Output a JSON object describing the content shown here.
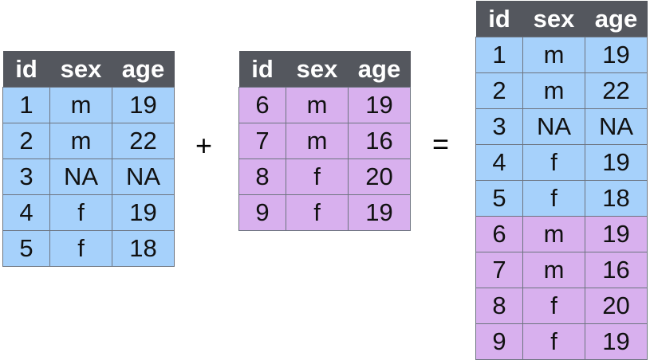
{
  "columns": [
    "id",
    "sex",
    "age"
  ],
  "colors": {
    "header": "#54575e",
    "table_a": "#a6d1fb",
    "table_b": "#d8b0ee"
  },
  "operators": {
    "plus": "+",
    "equals": "="
  },
  "table_a": {
    "rows": [
      [
        "1",
        "m",
        "19"
      ],
      [
        "2",
        "m",
        "22"
      ],
      [
        "3",
        "NA",
        "NA"
      ],
      [
        "4",
        "f",
        "19"
      ],
      [
        "5",
        "f",
        "18"
      ]
    ]
  },
  "table_b": {
    "rows": [
      [
        "6",
        "m",
        "19"
      ],
      [
        "7",
        "m",
        "16"
      ],
      [
        "8",
        "f",
        "20"
      ],
      [
        "9",
        "f",
        "19"
      ]
    ]
  },
  "result": {
    "rows": [
      [
        "1",
        "m",
        "19"
      ],
      [
        "2",
        "m",
        "22"
      ],
      [
        "3",
        "NA",
        "NA"
      ],
      [
        "4",
        "f",
        "19"
      ],
      [
        "5",
        "f",
        "18"
      ],
      [
        "6",
        "m",
        "19"
      ],
      [
        "7",
        "m",
        "16"
      ],
      [
        "8",
        "f",
        "20"
      ],
      [
        "9",
        "f",
        "19"
      ]
    ]
  }
}
